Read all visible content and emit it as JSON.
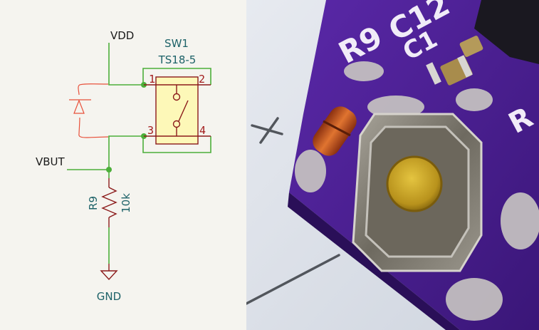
{
  "schematic": {
    "net_labels": {
      "vdd": "VDD",
      "vbut": "VBUT",
      "gnd": "GND"
    },
    "switch": {
      "reference": "SW1",
      "value": "TS18-5",
      "pins": [
        "1",
        "2",
        "3",
        "4"
      ]
    },
    "resistor": {
      "reference": "R9",
      "value": "10k"
    },
    "colors": {
      "background": "#f5f4ef",
      "grid_dot": "#b8b8b4",
      "wire": "#4caf3a",
      "component": "#8b1a1a",
      "component_fill": "#fdf8b8",
      "pin_number": "#a31c1c",
      "field_text": "#1d6268",
      "net_text": "#1a1a1a",
      "sketch": "#e8503a"
    }
  },
  "photo": {
    "silkscreen_text": [
      "R9",
      "C12",
      "C1",
      "R"
    ],
    "colors": {
      "pcb": "#4a1f8c",
      "paper": "#dfe3ea",
      "button_cap": "#c9a526",
      "diode_body": "#c8581e"
    }
  }
}
